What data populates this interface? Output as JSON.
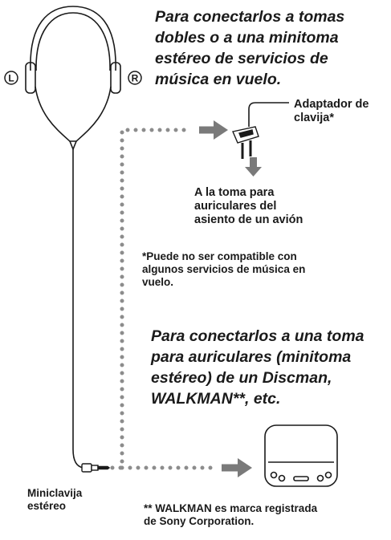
{
  "headings": {
    "top": "Para conectarlos a tomas\ndobles o a una minitoma\nestéreo de servicios de\nmúsica en vuelo.",
    "mid": "Para conectarlos a una toma\npara auriculares (minitoma\nestéreo) de un Discman,\nWALKMAN**, etc."
  },
  "labels": {
    "adapter": "Adaptador de\nclavija*",
    "airplane_jack": "A la toma para\nauriculares del\nasiento de un avión",
    "footnote": "*Puede no ser compatible con\n  algunos servicios de música en\n  vuelo.",
    "miniplug": "Miniclavija\nestéreo",
    "walkman_note": "** WALKMAN es marca registrada\n    de Sony Corporation."
  },
  "markers": {
    "left": "L",
    "right": "R"
  },
  "colors": {
    "line": "#1a1a1a",
    "dots": "#8c8c8c",
    "arrow": "#7a7a7a"
  },
  "icons": [
    "headphones-icon",
    "plug-adapter-icon",
    "discman-icon",
    "arrow-right-icon",
    "arrow-down-icon"
  ]
}
